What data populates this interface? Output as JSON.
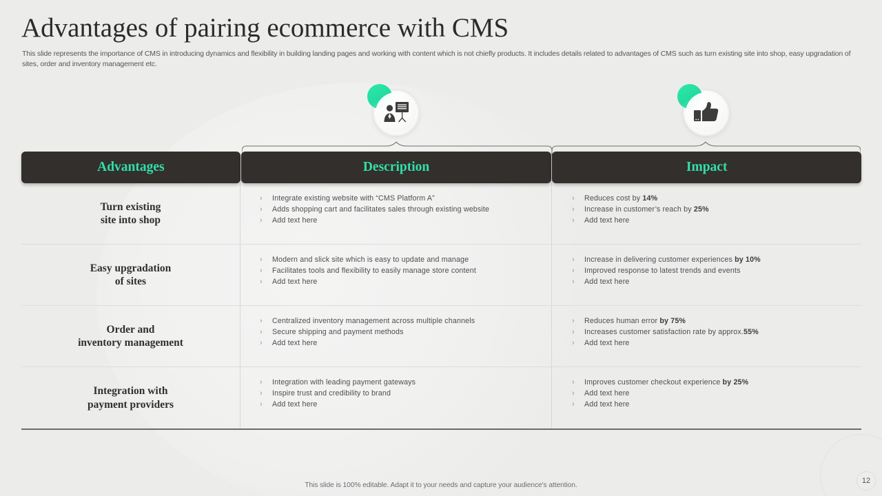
{
  "slide": {
    "title": "Advantages of pairing ecommerce with CMS",
    "subtitle": "This slide represents the importance of CMS in introducing dynamics and flexibility in building landing pages and working with content which is not chiefly products. It includes details related to advantages of CMS such as turn existing site into shop, easy upgradation of sites, order and inventory management etc.",
    "footer_note": "This slide is 100% editable. Adapt it to your needs and capture your audience's attention.",
    "page_number": "12"
  },
  "colors": {
    "background": "#ececeb",
    "header_bar": "#322f2d",
    "header_text": "#33dfa7",
    "accent_blob": "#2ee8a8",
    "body_text": "#4e4e52",
    "title_text": "#2b2b29"
  },
  "badges": [
    {
      "name": "presentation-icon",
      "column": "Description"
    },
    {
      "name": "thumbs-up-icon",
      "column": "Impact"
    }
  ],
  "table": {
    "headers": [
      {
        "label": "Advantages"
      },
      {
        "label": "Description"
      },
      {
        "label": "Impact"
      }
    ],
    "bullet_glyph": "›",
    "rows": [
      {
        "advantage": "Turn existing\nsite into shop",
        "description": [
          [
            {
              "t": "Integrate existing website with “CMS Platform A”",
              "b": false
            }
          ],
          [
            {
              "t": "Adds shopping cart and facilitates sales through existing website",
              "b": false
            }
          ],
          [
            {
              "t": "Add text here",
              "b": false
            }
          ]
        ],
        "impact": [
          [
            {
              "t": "Reduces cost by ",
              "b": false
            },
            {
              "t": "14%",
              "b": true
            }
          ],
          [
            {
              "t": "Increase in customer’s reach by ",
              "b": false
            },
            {
              "t": "25%",
              "b": true
            }
          ],
          [
            {
              "t": "Add text here",
              "b": false
            }
          ]
        ]
      },
      {
        "advantage": "Easy upgradation\nof sites",
        "description": [
          [
            {
              "t": "Modern and slick site which is easy to update and manage",
              "b": false
            }
          ],
          [
            {
              "t": "Facilitates tools and flexibility to easily manage store content",
              "b": false
            }
          ],
          [
            {
              "t": "Add text here",
              "b": false
            }
          ]
        ],
        "impact": [
          [
            {
              "t": "Increase in delivering customer experiences ",
              "b": false
            },
            {
              "t": "by 10%",
              "b": true
            }
          ],
          [
            {
              "t": "Improved response to latest trends and events",
              "b": false
            }
          ],
          [
            {
              "t": "Add text here",
              "b": false
            }
          ]
        ]
      },
      {
        "advantage": "Order and\ninventory management",
        "description": [
          [
            {
              "t": "Centralized inventory management across multiple channels",
              "b": false
            }
          ],
          [
            {
              "t": "Secure shipping and payment methods",
              "b": false
            }
          ],
          [
            {
              "t": "Add text here",
              "b": false
            }
          ]
        ],
        "impact": [
          [
            {
              "t": "Reduces human error ",
              "b": false
            },
            {
              "t": "by 75%",
              "b": true
            }
          ],
          [
            {
              "t": "Increases customer satisfaction rate by approx.",
              "b": false
            },
            {
              "t": "55%",
              "b": true
            }
          ],
          [
            {
              "t": "Add text here",
              "b": false
            }
          ]
        ]
      },
      {
        "advantage": "Integration with\npayment providers",
        "description": [
          [
            {
              "t": "Integration with leading payment gateways",
              "b": false
            }
          ],
          [
            {
              "t": "Inspire trust and credibility to brand",
              "b": false
            }
          ],
          [
            {
              "t": "Add text here",
              "b": false
            }
          ]
        ],
        "impact": [
          [
            {
              "t": "Improves customer checkout experience ",
              "b": false
            },
            {
              "t": "by 25%",
              "b": true
            }
          ],
          [
            {
              "t": "Add text here",
              "b": false
            }
          ],
          [
            {
              "t": "Add text here",
              "b": false
            }
          ]
        ]
      }
    ]
  }
}
